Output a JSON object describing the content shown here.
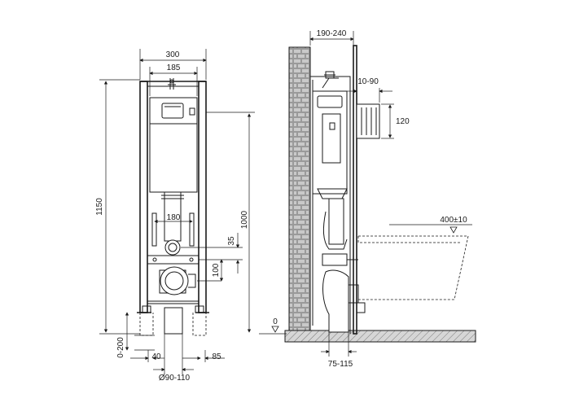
{
  "dimensions": {
    "front_total_width": "300",
    "front_inner_width": "185",
    "front_height": "1150",
    "front_height_lower": "1000",
    "pipe_spacing": "180",
    "offset_35": "35",
    "offset_100": "100",
    "foot_range": "0-200",
    "foot_40": "40",
    "foot_85": "85",
    "drain_diameter": "Ø90-110",
    "side_depth": "190-240",
    "side_10_90": "10-90",
    "side_120": "120",
    "bowl_height": "400±10",
    "floor_zero": "0",
    "side_75_115": "75-115"
  },
  "colors": {
    "line": "#1a1a1a",
    "brick": "#8a8a8a",
    "background": "#ffffff"
  }
}
